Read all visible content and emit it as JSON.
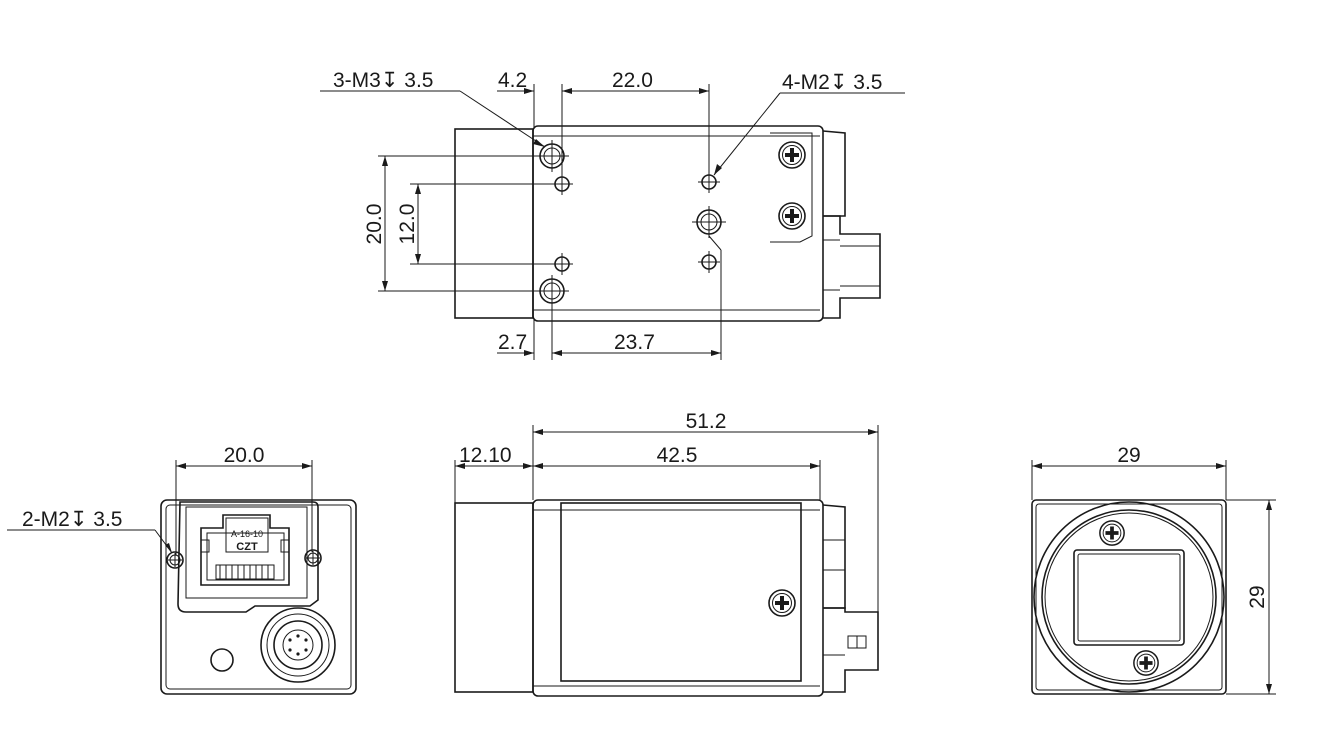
{
  "views": {
    "top": {
      "labels": {
        "hole_m3": "3-M3↧ 3.5",
        "hole_m2_top": "4-M2↧ 3.5",
        "dim_4_2": "4.2",
        "dim_22_0": "22.0",
        "dim_20_0_v": "20.0",
        "dim_12_0_v": "12.0",
        "dim_2_7": "2.7",
        "dim_23_7": "23.7"
      }
    },
    "rear": {
      "labels": {
        "dim_20_0": "20.0",
        "hole_m2_rear": "2-M2↧ 3.5",
        "connector_code": "A-16-10",
        "connector_brand": "CZT"
      }
    },
    "side": {
      "labels": {
        "dim_51_2": "51.2",
        "dim_12_10": "12.10",
        "dim_42_5": "42.5"
      }
    },
    "front": {
      "labels": {
        "dim_29_h": "29",
        "dim_29_v": "29"
      }
    }
  }
}
